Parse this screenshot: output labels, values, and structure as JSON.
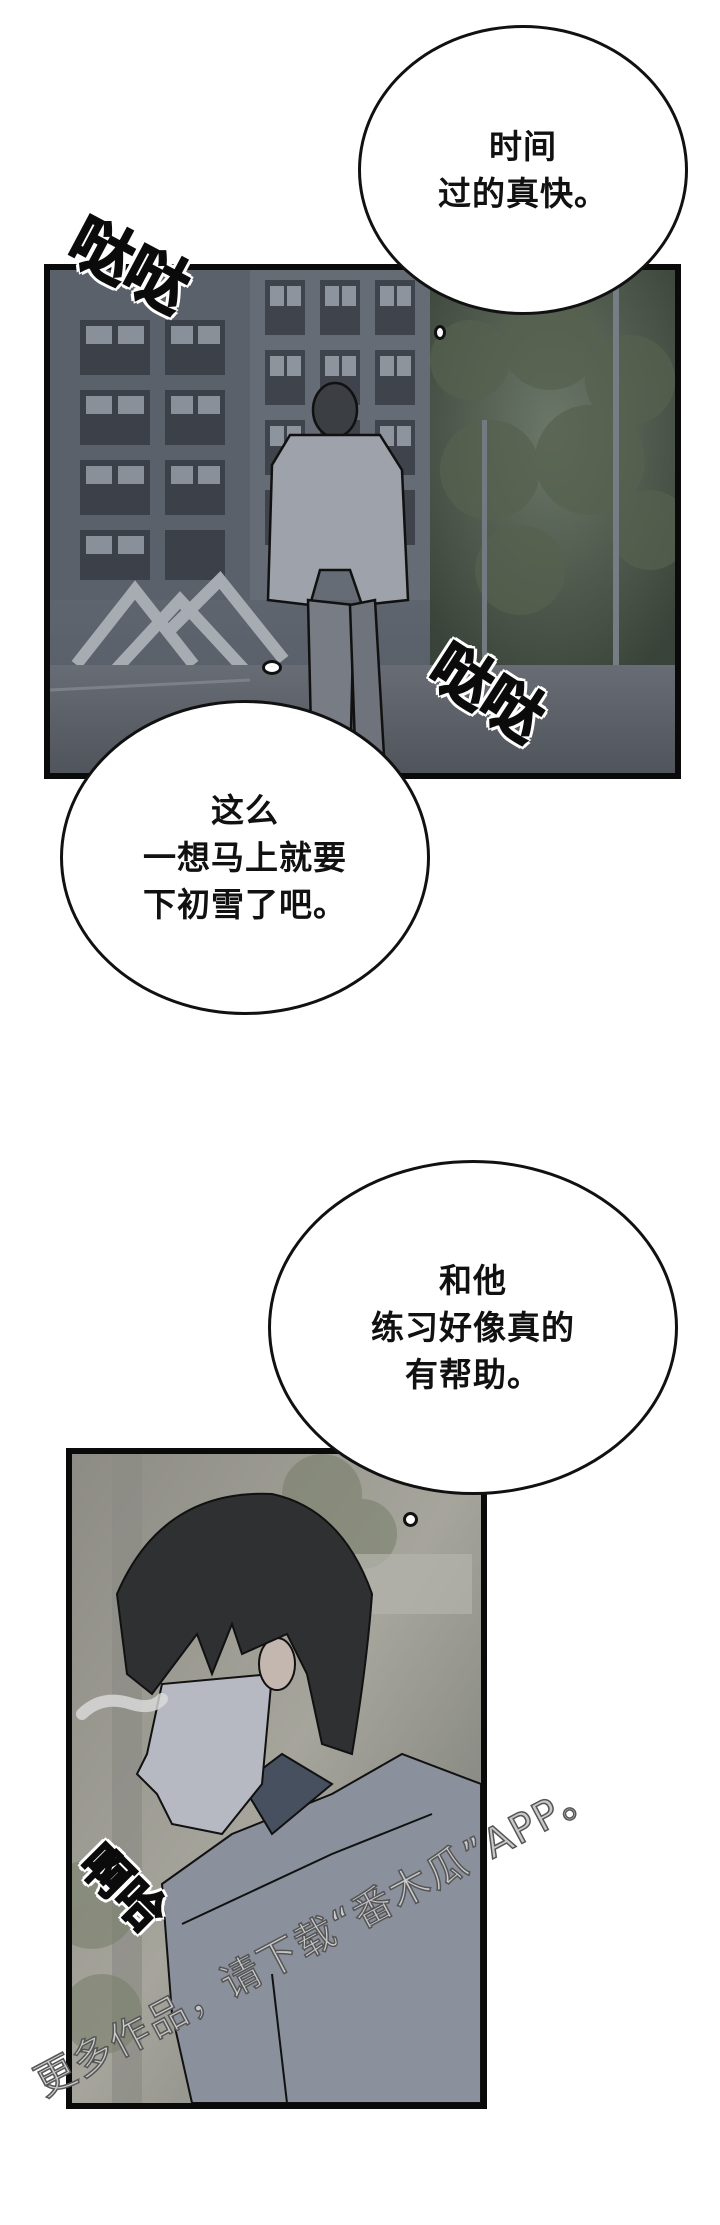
{
  "colors": {
    "page_bg": "#ffffff",
    "panel_border": "#0a0a0a",
    "bubble_fill": "#ffffff",
    "bubble_stroke": "#111111",
    "sfx_fill": "#0b0b0b",
    "sfx_outline": "#ffffff",
    "watermark_fill": "#c9c9c9",
    "watermark_stroke": "#555555",
    "panel1_sky": "#6b7079",
    "panel1_building": "#5d636d",
    "panel1_trees": "#4b564a",
    "panel1_ground": "#5f636b",
    "panel2_bg": "#9a9a92",
    "panel2_coat": "#8a909c",
    "panel2_hair": "#2d2f31",
    "panel2_skin": "#b8bac4"
  },
  "panel1": {
    "scene": "man-walking-away-city-street",
    "bubble_top": {
      "lines": "时间\n过的真快。"
    },
    "sfx_top": "哒哒",
    "sfx_bottom": "哒哒",
    "bubble_bottom": {
      "lines": "这么\n一想马上就要\n下初雪了吧。"
    }
  },
  "panel2": {
    "scene": "young-man-profile-breathing-out",
    "bubble": {
      "lines": "和他\n练习好像真的\n有帮助。"
    },
    "sfx": "啊哈"
  },
  "watermark": {
    "text": "更多作品，请下载“番木瓜”APP。"
  }
}
